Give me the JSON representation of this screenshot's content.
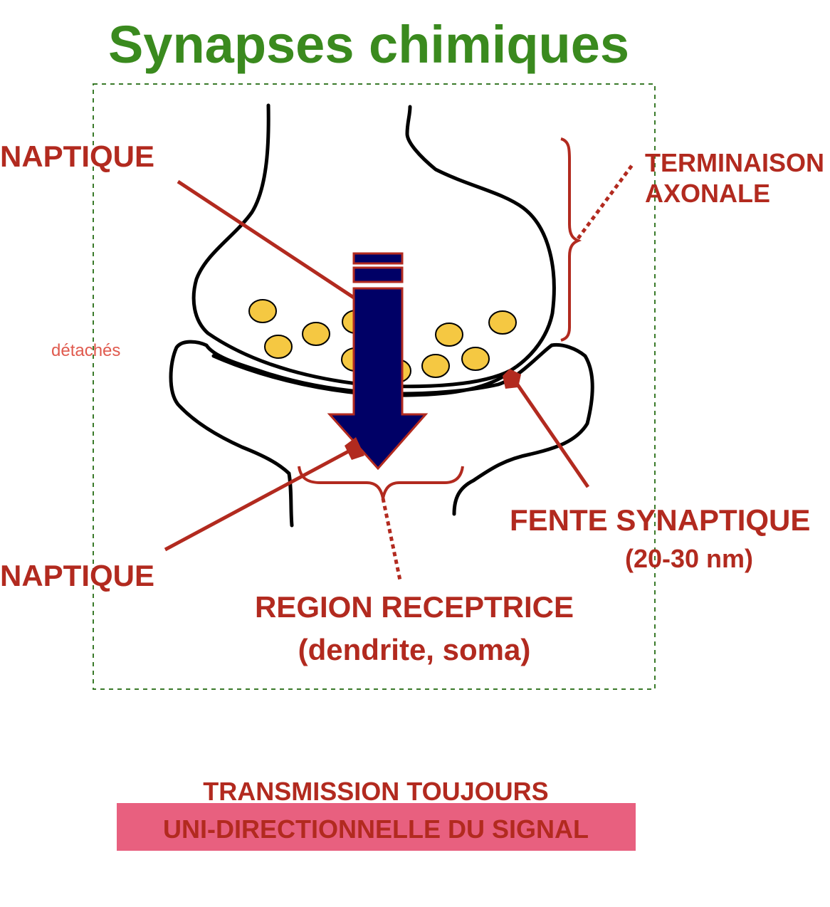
{
  "title": "Synapses chimiques",
  "labels": {
    "presynaptic_partial": "NAPTIQUE",
    "postsynaptic_partial": "NAPTIQUE",
    "axon_terminal_line1": "TERMINAISON",
    "axon_terminal_line2": "AXONALE",
    "detached": "détachés",
    "cleft_line1": "FENTE SYNAPTIQUE",
    "cleft_line2": "(20-30 nm)",
    "receptor_line1": "REGION RECEPTRICE",
    "receptor_line2": "(dendrite, soma)"
  },
  "caption": {
    "line1": "TRANSMISSION TOUJOURS",
    "line2": "UNI-DIRECTIONNELLE DU SIGNAL"
  },
  "colors": {
    "title_green": "#3a8a1e",
    "label_red": "#b22a1f",
    "arrow_navy": "#000066",
    "vesicle_yellow": "#f5c842",
    "highlight_pink": "#e8607f",
    "frame_green": "#3a7a2a"
  }
}
